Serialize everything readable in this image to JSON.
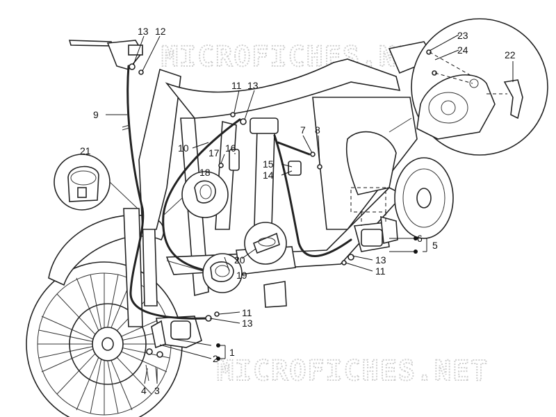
{
  "watermark": "MICROFICHES.NET",
  "labels": {
    "l1": "1",
    "l2": "2",
    "l3": "3",
    "l4": "4",
    "l5": "5",
    "l6": "6",
    "l7": "7",
    "l8": "8",
    "l9": "9",
    "l10": "10",
    "l11a": "11",
    "l11b": "11",
    "l11c": "11",
    "l12": "12",
    "l13a": "13",
    "l13b": "13",
    "l13c": "13",
    "l13d": "13",
    "l14": "14",
    "l15": "15",
    "l16": "16",
    "l17": "17",
    "l18": "18",
    "l19": "19",
    "l20": "20",
    "l21": "21",
    "l22": "22",
    "l23": "23",
    "l24": "24"
  }
}
